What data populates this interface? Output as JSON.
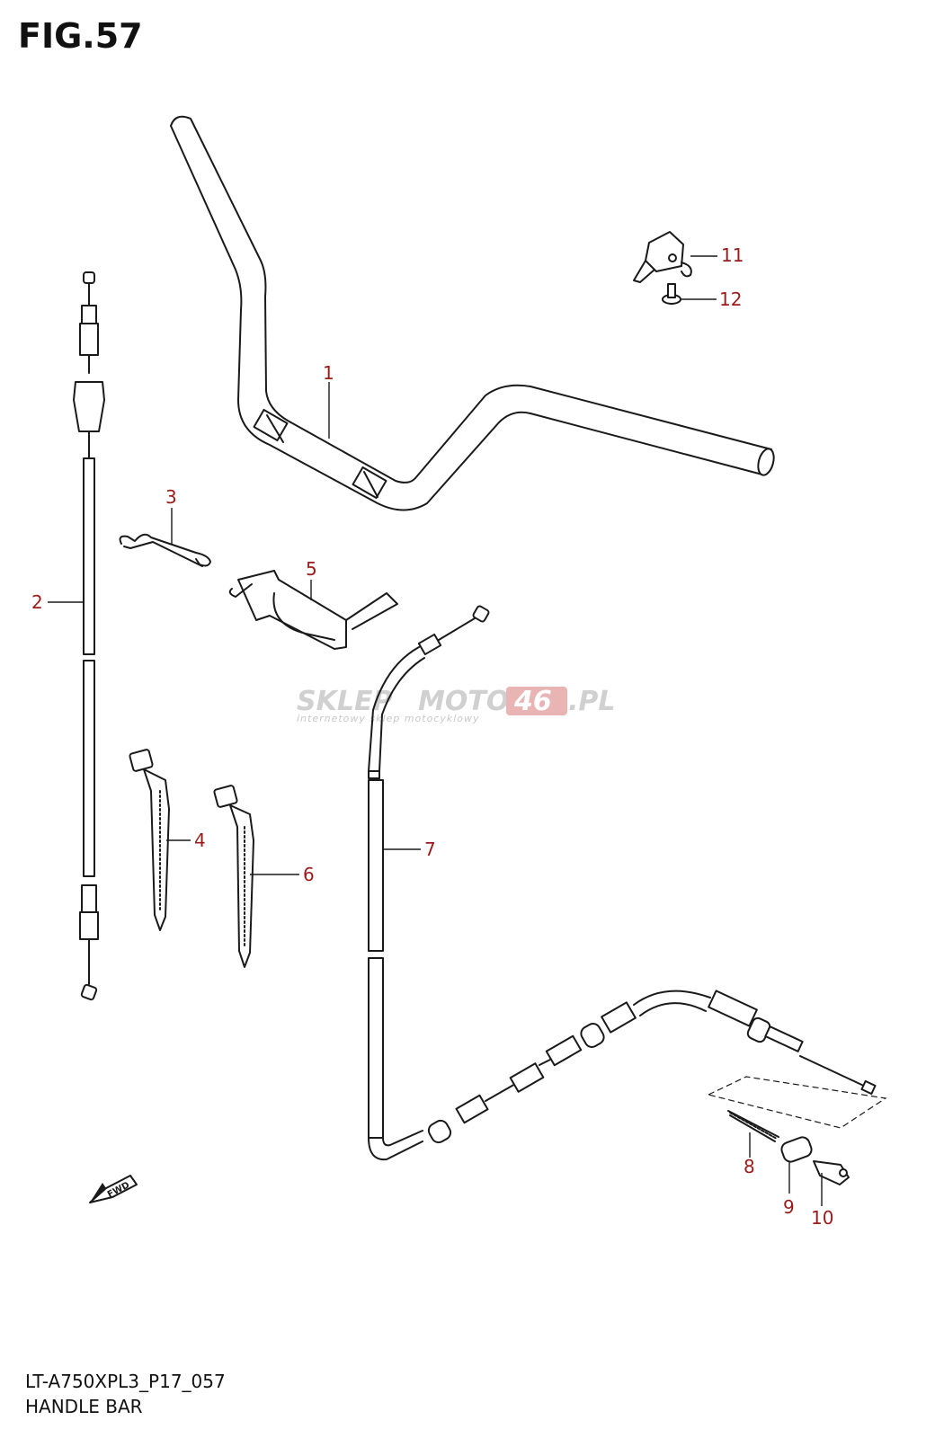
{
  "figure": {
    "title": "FIG.57",
    "model_code": "LT-A750XPL3_P17_057",
    "caption": "HANDLE BAR"
  },
  "watermark": {
    "brand_left": "SKLEP",
    "brand_mid": "MOTO",
    "brand_num": "46",
    "brand_suffix": ".PL",
    "tagline": "internetowy sklep motocyklowy"
  },
  "fwd_marker": "FWD",
  "parts": [
    {
      "number": "1"
    },
    {
      "number": "2"
    },
    {
      "number": "3"
    },
    {
      "number": "4"
    },
    {
      "number": "5"
    },
    {
      "number": "6"
    },
    {
      "number": "7"
    },
    {
      "number": "8"
    },
    {
      "number": "9"
    },
    {
      "number": "10"
    },
    {
      "number": "11"
    },
    {
      "number": "12"
    }
  ],
  "colors": {
    "callout": "#9b1b1b",
    "line": "#1a1a1a",
    "watermark": "#d0d0d0",
    "watermark_accent": "#e8b4b4"
  }
}
